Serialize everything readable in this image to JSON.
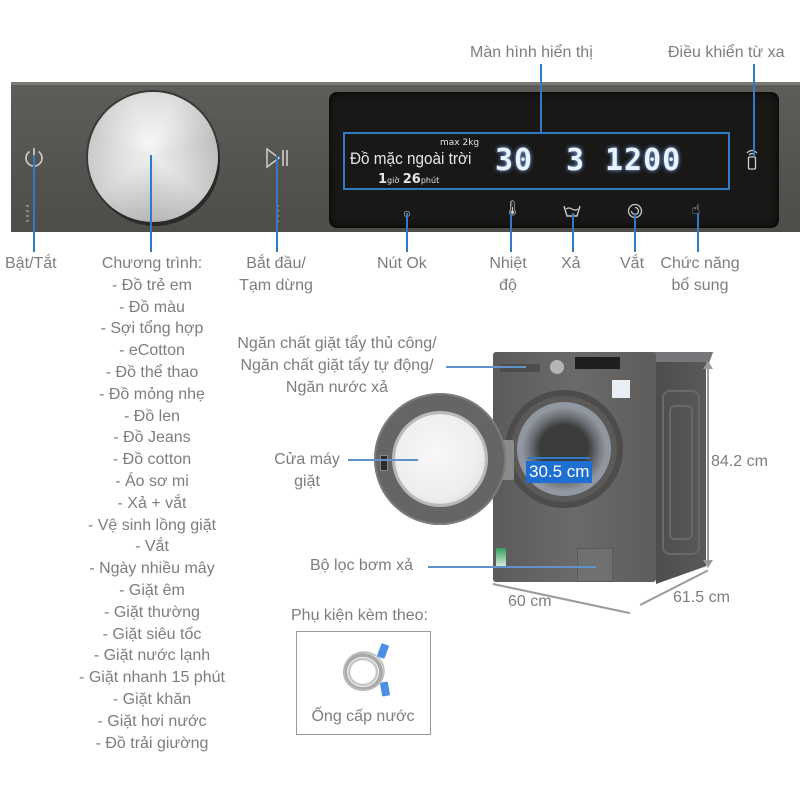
{
  "top_labels": {
    "display": "Màn hình hiển thị",
    "remote": "Điều khiển từ xa"
  },
  "display_panel": {
    "program_name": "Đồ mặc ngoài trời",
    "max_load": "max 2kg",
    "time_hours": "1",
    "time_hours_unit": "giờ",
    "time_minutes": "26",
    "time_minutes_unit": "phút",
    "temperature": "30",
    "rinse": "3",
    "spin": "1200"
  },
  "panel_icons": {
    "power": "power-icon",
    "start_pause": "play-pause-icon",
    "ok": "ok-button-icon",
    "temperature": "thermometer-icon",
    "rinse": "rinse-basin-icon",
    "spin": "spin-icon",
    "additional": "hand-plus-icon",
    "remote": "smartphone-wifi-icon"
  },
  "bottom_labels": {
    "power": "Bật/Tắt",
    "start_pause_line1": "Bắt đầu/",
    "start_pause_line2": "Tạm dừng",
    "ok": "Nút Ok",
    "temperature_line1": "Nhiệt",
    "temperature_line2": "độ",
    "rinse": "Xả",
    "spin": "Vắt",
    "additional_line1": "Chức năng",
    "additional_line2": "bổ sung"
  },
  "programs": {
    "title": "Chương trình:",
    "items": [
      "- Đồ trẻ em",
      "- Đồ màu",
      "- Sợi tổng hợp",
      "- eCotton",
      "- Đồ thể thao",
      "- Đồ mỏng nhẹ",
      "- Đồ len",
      "- Đồ Jeans",
      "- Đồ cotton",
      "- Áo sơ mi",
      "- Xả + vắt",
      "- Vệ sinh lồng giặt",
      "- Vắt",
      "- Ngày nhiều mây",
      "- Giặt êm",
      "- Giặt thường",
      "- Giặt siêu tốc",
      "- Giặt nước lạnh",
      "- Giặt nhanh 15 phút",
      "- Giặt khăn",
      "- Giặt hơi nước",
      "- Đồ trải giường"
    ]
  },
  "machine_labels": {
    "drawer_line1": "Ngăn chất giặt tẩy thủ công/",
    "drawer_line2": "Ngăn chất giặt tẩy tự động/",
    "drawer_line3": "Ngăn nước xả",
    "door_line1": "Cửa máy",
    "door_line2": "giặt",
    "filter": "Bộ lọc bơm xả"
  },
  "dimensions": {
    "door_diameter": "30.5 cm",
    "height": "84.2 cm",
    "width": "60 cm",
    "depth": "61.5 cm"
  },
  "accessories": {
    "title": "Phụ kiện kèm theo:",
    "item": "Ống cấp nước"
  },
  "colors": {
    "callout_line": "#2f7bc4",
    "panel": "#575552",
    "display_bg": "#191817",
    "dimension_badge": "#1e6fd1",
    "label_text": "#7d7d7d"
  }
}
